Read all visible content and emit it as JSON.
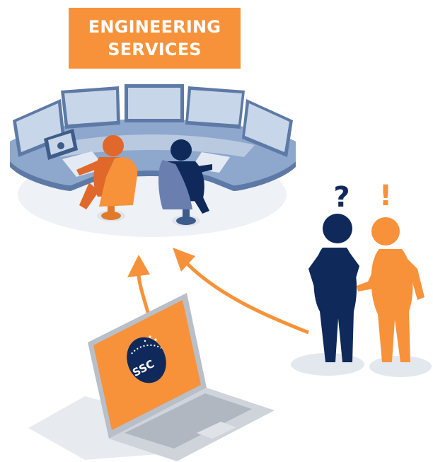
{
  "title": {
    "line1": "ENGINEERING",
    "line2": "SERVICES"
  },
  "logo": {
    "text": "SSC"
  },
  "symbols": {
    "question": "?",
    "exclamation": "!"
  },
  "colors": {
    "orange": "#f7923a",
    "navy": "#0f2a5a",
    "console_blue": "#8ea7cc",
    "console_dark": "#5d7aa6",
    "shadow": "#e4e8ef",
    "white": "#ffffff"
  },
  "icons": [
    "control-room-icon",
    "operator-icon",
    "laptop-icon",
    "arrow-icon",
    "person-icon",
    "ssc-logo"
  ]
}
